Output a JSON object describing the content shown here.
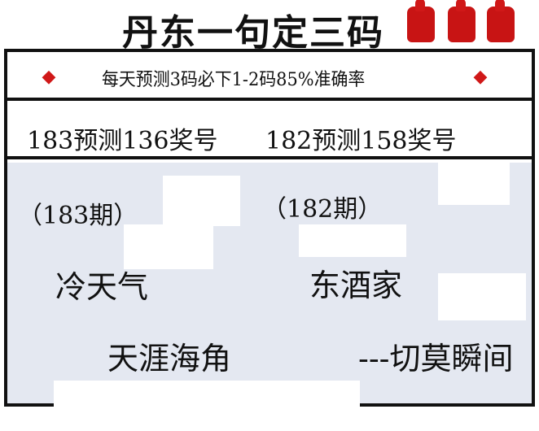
{
  "header": {
    "title": "丹东一句定三码",
    "thumbs_icon": "thumbs-up-icon",
    "accent": "#c81414"
  },
  "slogan": {
    "text": "每天预测3码必下1-2码85%准确率",
    "logo_icon": "lottery-logo-icon"
  },
  "predictions": {
    "left": "183预测136奖号",
    "right": "182预测158奖号"
  },
  "issues": {
    "left": {
      "period": "（183期）",
      "line1": "冷天气",
      "line2": "天涯海角"
    },
    "right": {
      "period": "（182期）",
      "line1": "东酒家",
      "line2": "---切莫瞬间"
    }
  }
}
